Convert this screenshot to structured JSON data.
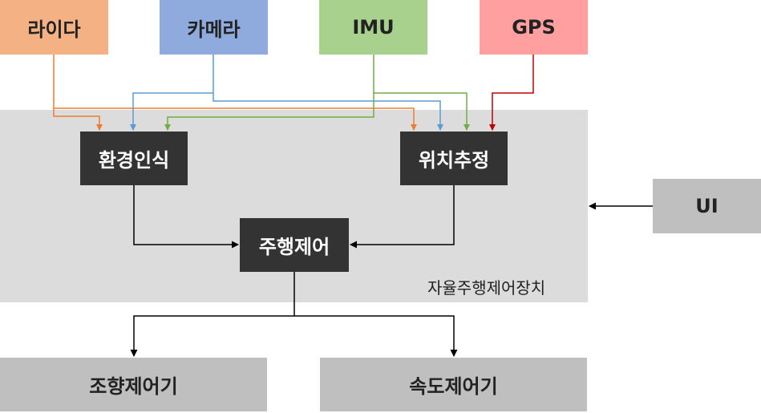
{
  "colors": {
    "lidar": "#f4b183",
    "camera": "#8faadc",
    "imu": "#a9d18e",
    "gps": "#ff9f9f",
    "lidar_line": "#ed7d31",
    "camera_line": "#5b9bd5",
    "imu_line": "#70ad47",
    "gps_line": "#c00000",
    "black_line": "#000000",
    "panel": "#dcdcdc",
    "processing": "#333333",
    "output": "#bfbfbf"
  },
  "sensors": {
    "lidar": "라이다",
    "camera": "카메라",
    "imu": "IMU",
    "gps": "GPS"
  },
  "modules": {
    "perception": "환경인식",
    "localization": "위치추정",
    "driving_control": "주행제어"
  },
  "panel_label": "자율주행제어장치",
  "ui": "UI",
  "outputs": {
    "steering": "조향제어기",
    "speed": "속도제어기"
  }
}
